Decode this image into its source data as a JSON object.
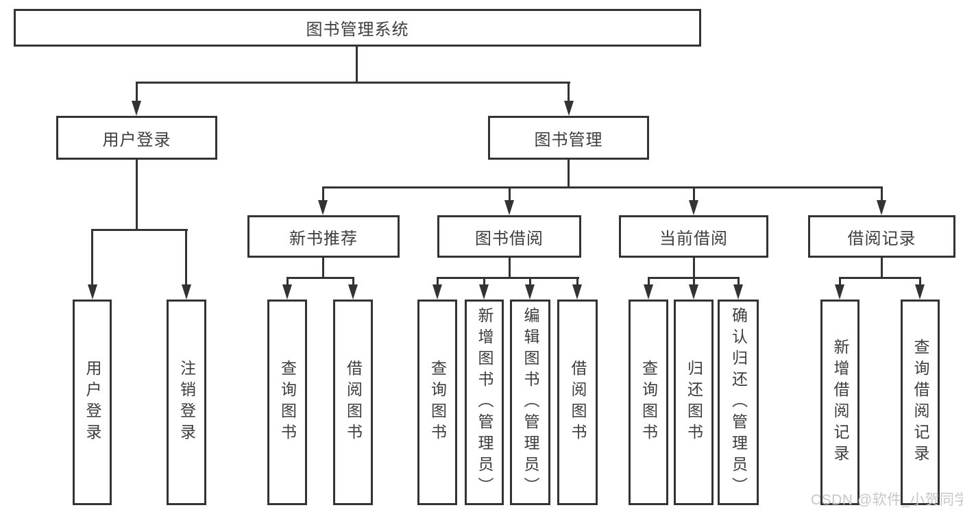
{
  "colors": {
    "line": "#333333",
    "text": "#3d3d3d",
    "watermark": "#c7c7c7",
    "background": "#ffffff"
  },
  "watermark": {
    "text": "CSDN @软件_小贺同学"
  },
  "tree": {
    "label": "图书管理系统",
    "children": [
      {
        "label": "用户登录",
        "children": [
          {
            "label": "用户登录"
          },
          {
            "label": "注销登录"
          }
        ]
      },
      {
        "label": "图书管理",
        "children": [
          {
            "label": "新书推荐",
            "children": [
              {
                "label": "查询图书"
              },
              {
                "label": "借阅图书"
              }
            ]
          },
          {
            "label": "图书借阅",
            "children": [
              {
                "label": "查询图书"
              },
              {
                "label": "新增图书（管理员）"
              },
              {
                "label": "编辑图书（管理员）"
              },
              {
                "label": "借阅图书"
              }
            ]
          },
          {
            "label": "当前借阅",
            "children": [
              {
                "label": "查询图书"
              },
              {
                "label": "归还图书"
              },
              {
                "label": "确认归还（管理员）"
              }
            ]
          },
          {
            "label": "借阅记录",
            "children": [
              {
                "label": "新增借阅记录"
              },
              {
                "label": "查询借阅记录"
              }
            ]
          }
        ]
      }
    ]
  }
}
